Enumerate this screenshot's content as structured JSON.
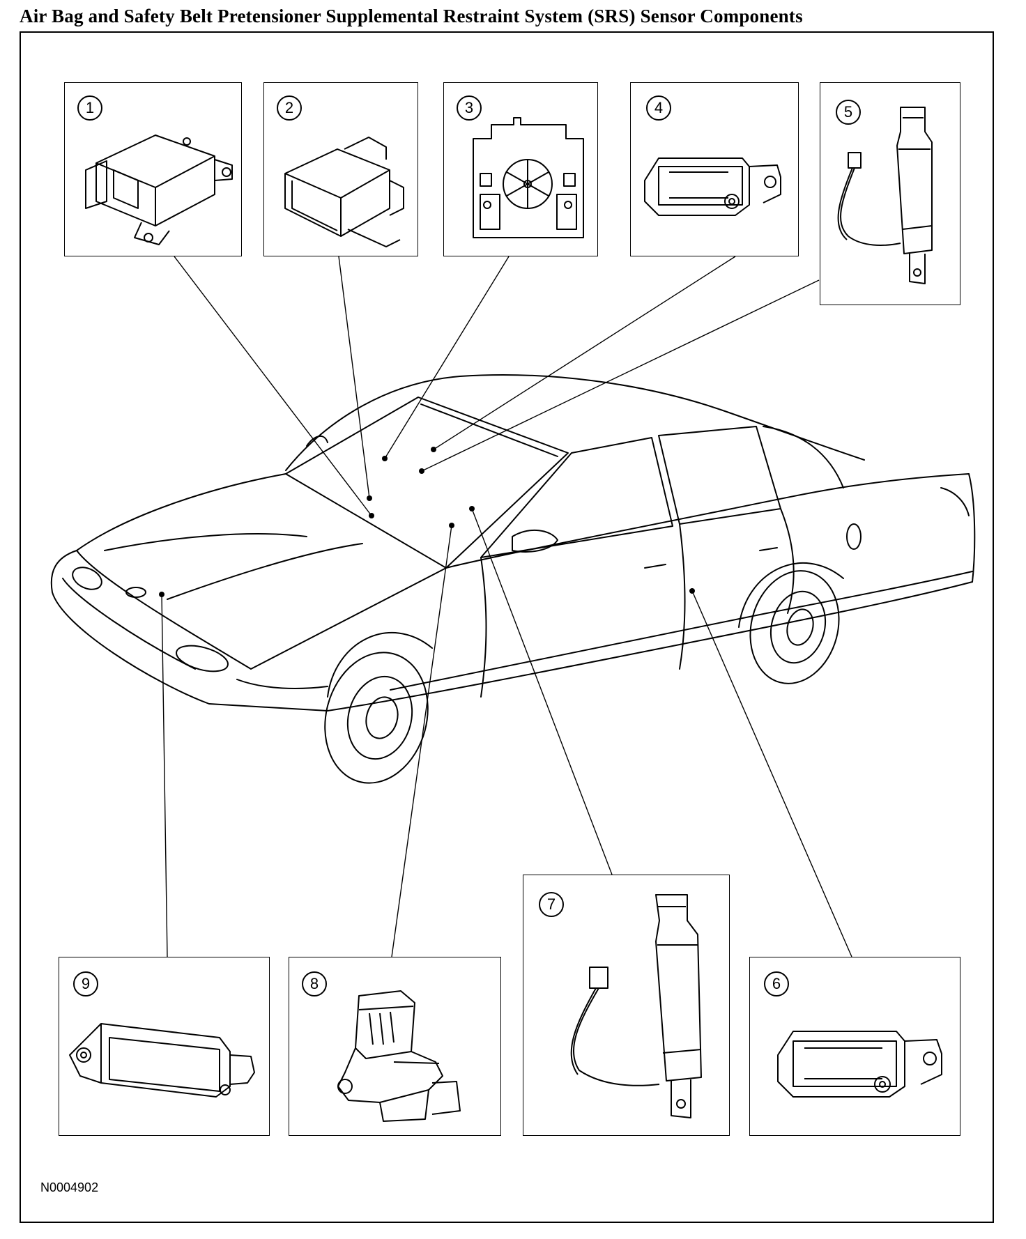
{
  "title": "Air Bag and Safety Belt Pretensioner Supplemental Restraint System (SRS) Sensor Components",
  "figure_id": "N0004902",
  "components": [
    {
      "number": "1",
      "icon": "restraint-control-module-icon"
    },
    {
      "number": "2",
      "icon": "sensor-module-icon"
    },
    {
      "number": "3",
      "icon": "seat-weight-sensor-icon"
    },
    {
      "number": "4",
      "icon": "side-impact-sensor-icon"
    },
    {
      "number": "5",
      "icon": "seat-belt-buckle-sensor-icon"
    },
    {
      "number": "6",
      "icon": "side-impact-sensor-icon"
    },
    {
      "number": "7",
      "icon": "seat-belt-buckle-sensor-icon"
    },
    {
      "number": "8",
      "icon": "seat-position-sensor-icon"
    },
    {
      "number": "9",
      "icon": "front-crash-sensor-icon"
    }
  ],
  "colors": {
    "line": "#000000",
    "background": "#ffffff"
  }
}
